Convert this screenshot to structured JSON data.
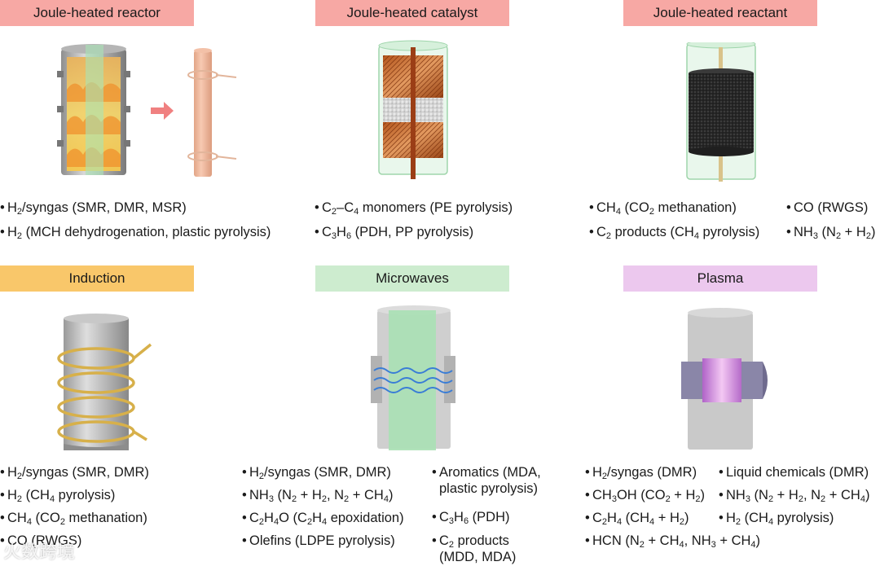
{
  "headers": {
    "reactor": "Joule-heated reactor",
    "catalyst": "Joule-heated catalyst",
    "reactant": "Joule-heated reactant",
    "induction": "Induction",
    "microwaves": "Microwaves",
    "plasma": "Plasma"
  },
  "colors": {
    "joule_header": "#f7a8a4",
    "induction_header": "#f9c76a",
    "microwave_header": "#cdeccf",
    "plasma_header": "#ecc8ee"
  },
  "watermark": "火数跨境",
  "lists": {
    "reactor": [
      [
        "H",
        "2",
        "/syngas (SMR, DMR, MSR)"
      ],
      [
        "H",
        "2",
        " (MCH dehydrogenation, plastic pyrolysis)"
      ]
    ],
    "catalyst": [
      [
        "C",
        "2",
        "–C",
        "4",
        " monomers (PE pyrolysis)"
      ],
      [
        "C",
        "3",
        "H",
        "6",
        " (PDH, PP pyrolysis)"
      ]
    ],
    "reactant_a": [
      [
        "CH",
        "4",
        " (CO",
        "2",
        " methanation)"
      ],
      [
        "C",
        "2",
        " products (CH",
        "4",
        " pyrolysis)"
      ]
    ],
    "reactant_b": [
      [
        "CO (RWGS)"
      ],
      [
        "NH",
        "3",
        " (N",
        "2",
        " + H",
        "2",
        ")"
      ]
    ],
    "induction": [
      [
        "H",
        "2",
        "/syngas (SMR, DMR)"
      ],
      [
        "H",
        "2",
        " (CH",
        "4",
        " pyrolysis)"
      ],
      [
        "CH",
        "4",
        " (CO",
        "2",
        " methanation)"
      ],
      [
        "CO (RWGS)"
      ]
    ],
    "microwaves_a": [
      [
        "H",
        "2",
        "/syngas (SMR, DMR)"
      ],
      [
        "NH",
        "3",
        " (N",
        "2",
        " + H",
        "2",
        ", N",
        "2",
        " + CH",
        "4",
        ")"
      ],
      [
        "C",
        "2",
        "H",
        "4",
        "O (C",
        "2",
        "H",
        "4",
        " epoxidation)"
      ],
      [
        "Olefins (LDPE pyrolysis)"
      ]
    ],
    "microwaves_b": [
      [
        "Aromatics (MDA,"
      ],
      [
        "plastic pyrolysis)"
      ],
      [
        "C",
        "3",
        "H",
        "6",
        " (PDH)"
      ],
      [
        "C",
        "2",
        " products"
      ],
      [
        "(MDD, MDA)"
      ]
    ],
    "plasma_a": [
      [
        "H",
        "2",
        "/syngas (DMR)"
      ],
      [
        "CH",
        "3",
        "OH (CO",
        "2",
        " + H",
        "2",
        ")"
      ],
      [
        "C",
        "2",
        "H",
        "4",
        " (CH",
        "4",
        " + H",
        "2",
        ")"
      ],
      [
        "HCN (N",
        "2",
        " + CH",
        "4",
        ", NH",
        "3",
        " + CH",
        "4",
        ")"
      ]
    ],
    "plasma_b": [
      [
        "Liquid chemicals (DMR)"
      ],
      [
        "NH",
        "3",
        " (N",
        "2",
        " + H",
        "2",
        ", N",
        "2",
        " + CH",
        "4",
        ")"
      ],
      [
        "H",
        "2",
        " (CH",
        "4",
        " pyrolysis)"
      ]
    ]
  }
}
